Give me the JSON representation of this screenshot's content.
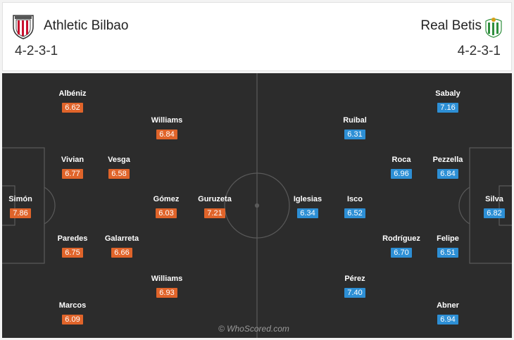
{
  "home": {
    "name": "Athletic Bilbao",
    "formation": "4-2-3-1",
    "color": "#e0642a",
    "players": [
      {
        "name": "Albéniz",
        "rating": "6.62"
      },
      {
        "name": "Williams",
        "rating": "6.84"
      },
      {
        "name": "Vivian",
        "rating": "6.77"
      },
      {
        "name": "Vesga",
        "rating": "6.58"
      },
      {
        "name": "Simón",
        "rating": "7.86"
      },
      {
        "name": "Gómez",
        "rating": "6.03"
      },
      {
        "name": "Guruzeta",
        "rating": "7.21"
      },
      {
        "name": "Paredes",
        "rating": "6.75"
      },
      {
        "name": "Galarreta",
        "rating": "6.66"
      },
      {
        "name": "Williams",
        "rating": "6.93"
      },
      {
        "name": "Marcos",
        "rating": "6.09"
      }
    ]
  },
  "away": {
    "name": "Real Betis",
    "formation": "4-2-3-1",
    "color": "#2d8fd5",
    "players": [
      {
        "name": "Sabaly",
        "rating": "7.16"
      },
      {
        "name": "Ruibal",
        "rating": "6.31"
      },
      {
        "name": "Roca",
        "rating": "6.96"
      },
      {
        "name": "Pezzella",
        "rating": "6.84"
      },
      {
        "name": "Iglesias",
        "rating": "6.34"
      },
      {
        "name": "Isco",
        "rating": "6.52"
      },
      {
        "name": "Silva",
        "rating": "6.82"
      },
      {
        "name": "Rodríguez",
        "rating": "6.70"
      },
      {
        "name": "Felipe",
        "rating": "6.51"
      },
      {
        "name": "Pérez",
        "rating": "7.40"
      },
      {
        "name": "Abner",
        "rating": "6.94"
      }
    ]
  },
  "pitch": {
    "background": "#2c2c2c",
    "line_color": "#5a5a5a"
  },
  "watermark": "© WhoScored.com"
}
